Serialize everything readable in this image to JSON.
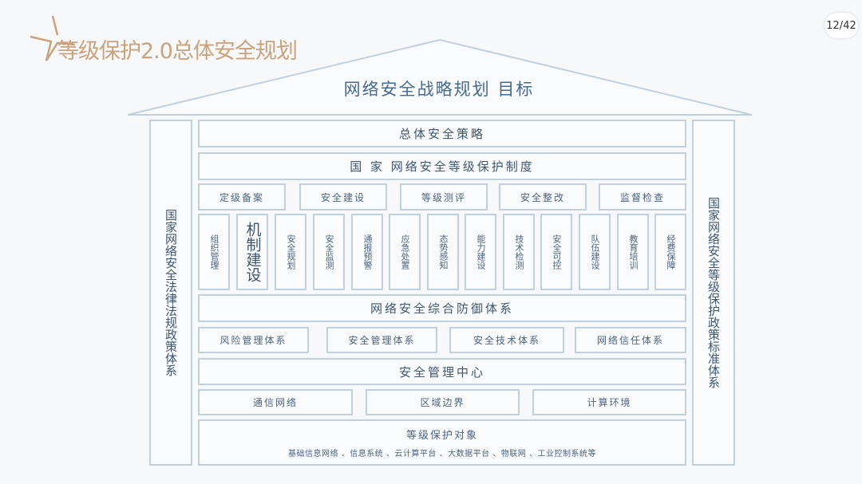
{
  "page": {
    "title": "等级保护2.0总体安全规划",
    "page_number": "12/42"
  },
  "diagram": {
    "roof_label": "网络安全战略规划 目标",
    "left_pillar": "国家网络安全法律法规政策体系",
    "right_pillar": "国家网络安全等级保护政策标准体系",
    "overall_strategy": "总体安全策略",
    "protection_system": "国 家 网络安全等级保护制度",
    "stages": [
      "定级备案",
      "安全建设",
      "等级测评",
      "安全整改",
      "监督检查"
    ],
    "capabilities": [
      "组织管理",
      "机制建设",
      "安全规划",
      "安全监测",
      "通报预警",
      "应急处置",
      "态势感知",
      "能力建设",
      "技术检测",
      "安全可控",
      "队伍建设",
      "教育培训",
      "经费保障"
    ],
    "defense_system": "网络安全综合防御体系",
    "defense_subsystems": [
      "风险管理体系",
      "安全管理体系",
      "安全技术体系",
      "网络信任体系"
    ],
    "management_center": "安全管理中心",
    "infrastructure": [
      "通信网络",
      "区域边界",
      "计算环境"
    ],
    "protected_objects_title": "等级保护对象",
    "protected_objects_list": "基础信息网络 、信息系统 、云计算平台 、大数据平台 、物联网 、工业控制系统等"
  },
  "colors": {
    "accent_title": "#c9a27e",
    "box_border": "#c3cfdc",
    "roof_text": "#466a8f"
  }
}
